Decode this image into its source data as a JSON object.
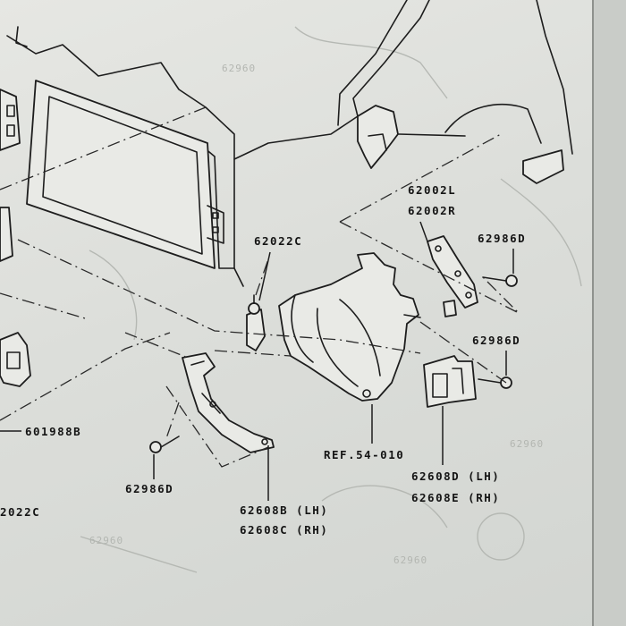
{
  "callouts": {
    "p62002l": "62002L",
    "p62002r": "62002R",
    "p62986d_top": "62986D",
    "p62022c": "62022C",
    "p62986d_mid": "62986D",
    "p601988b": "601988B",
    "ref": "REF.54-010",
    "p62608d": "62608D (LH)",
    "p62608e": "62608E (RH)",
    "p62986d_left": "62986D",
    "p62022c_left": "2022C",
    "p62608b": "62608B (LH)",
    "p62608c": "62608C (RH)"
  },
  "colors": {
    "paper": "#e2e3df",
    "ink": "#1d1d1d",
    "bleed_through": "#b3b6b1"
  }
}
